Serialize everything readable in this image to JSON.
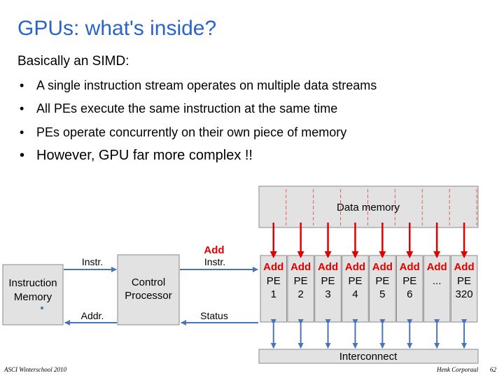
{
  "slide": {
    "title": "GPUs: what's inside?",
    "subtitle": "Basically an SIMD:",
    "bullets": [
      "A single instruction stream operates on multiple data streams",
      "All PEs execute the same instruction at the same time",
      "PEs operate concurrently on their own piece of memory",
      "However, GPU far more complex !!"
    ],
    "bullet_glyph": "•"
  },
  "diagram": {
    "data_memory": "Data memory",
    "interconnect": "Interconnect",
    "instruction_memory": [
      "Instruction",
      "Memory"
    ],
    "control_processor": [
      "Control",
      "Processor"
    ],
    "instr_label_left": "Instr.",
    "addr_label": "Addr.",
    "instr_label_right": "Instr.",
    "status_label": "Status",
    "add_top": "Add",
    "pe_add_label": "Add",
    "pes": [
      {
        "label": "PE",
        "num": "1"
      },
      {
        "label": "PE",
        "num": "2"
      },
      {
        "label": "PE",
        "num": "3"
      },
      {
        "label": "PE",
        "num": "4"
      },
      {
        "label": "PE",
        "num": "5"
      },
      {
        "label": "PE",
        "num": "6"
      },
      {
        "label": "...",
        "num": ""
      },
      {
        "label": "PE",
        "num": "320"
      }
    ],
    "colors": {
      "box_fill": "#e2e2e2",
      "box_stroke": "#8a8a8a",
      "arrow_blue": "#4a74b8",
      "arrow_red": "#e00000",
      "add_red": "#e00000",
      "dash_red": "#e06060"
    }
  },
  "footer": {
    "left": "ASCI Winterschool 2010",
    "middle": "Henk Corporaal",
    "page": "62"
  }
}
